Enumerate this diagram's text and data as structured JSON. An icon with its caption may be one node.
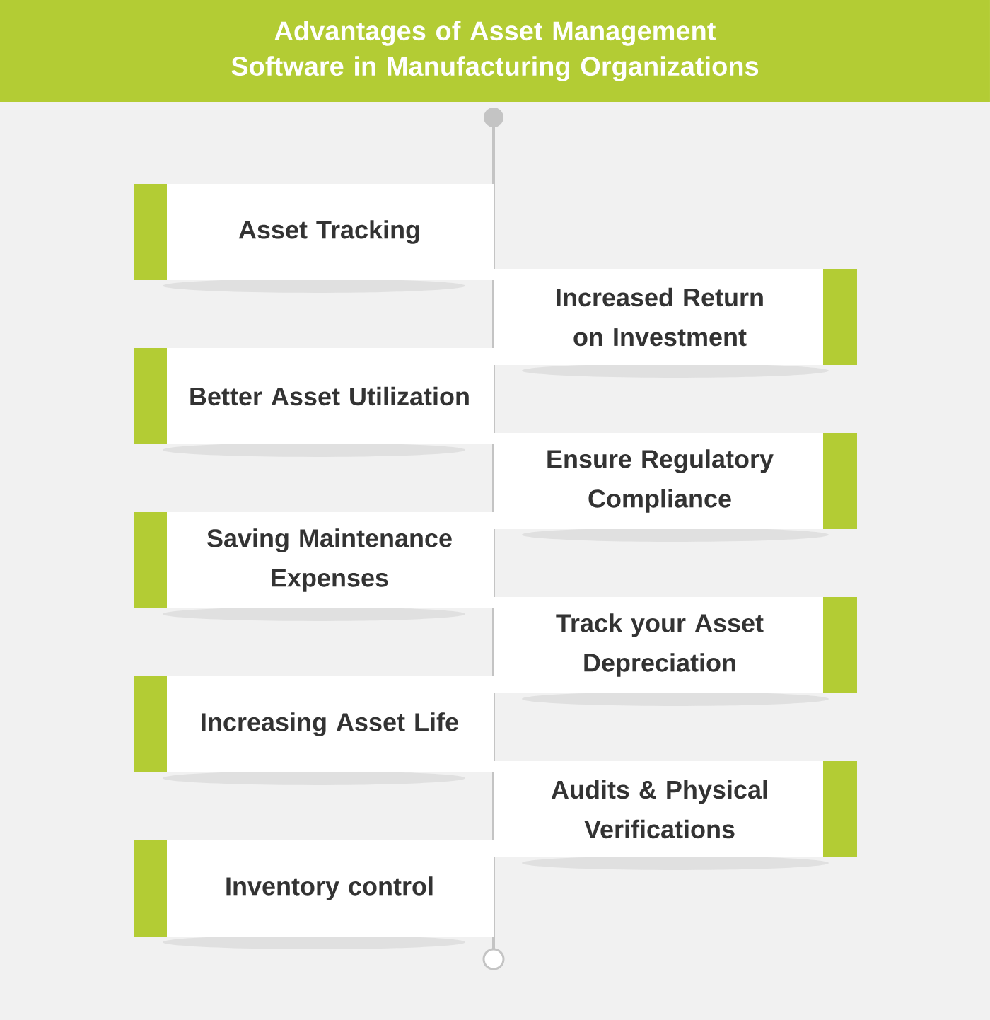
{
  "diagram": {
    "title": "Advantages of Asset Management Software in Manufacturing Organizations",
    "nodes": [
      {
        "text": [
          "Asset Tracking"
        ]
      },
      {
        "text": [
          "Increased Return on Investment"
        ]
      },
      {
        "text": [
          "Better Asset Utilization"
        ]
      },
      {
        "text": [
          "Ensure Regulatory Compliance"
        ]
      },
      {
        "text": [
          "Saving Maintenance Expenses"
        ]
      },
      {
        "text": [
          "Track your Asset Depreciation"
        ]
      },
      {
        "text": [
          "Increasing Asset Life"
        ]
      },
      {
        "text": [
          "Audits & Physical Verifications"
        ]
      },
      {
        "text": [
          "Inventory control"
        ]
      }
    ]
  }
}
